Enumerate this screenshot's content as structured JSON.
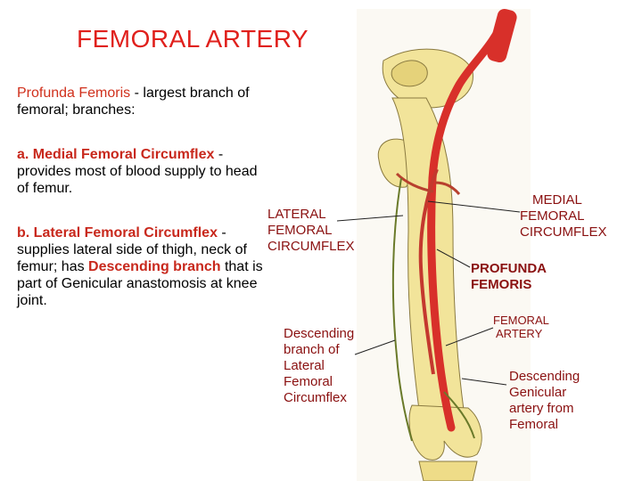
{
  "title": "FEMORAL ARTERY",
  "profunda": {
    "name": "Profunda Femoris",
    "desc": " - largest branch of femoral; branches:"
  },
  "medial": {
    "prefix": "a. ",
    "name": "Medial Femoral Circumflex",
    "desc": " - provides most of blood supply to head of femur."
  },
  "lateral": {
    "prefix": "b. ",
    "name": "Lateral Femoral Circumflex",
    "desc1": " - supplies lateral side of thigh, neck of femur; has ",
    "highlight": "Descending branch",
    "desc2": " that is part of Genicular anastomosis at knee joint."
  },
  "labels": {
    "lateral_circumflex": [
      "LATERAL",
      "FEMORAL",
      "CIRCUMFLEX"
    ],
    "medial_circumflex": [
      "MEDIAL",
      "FEMORAL",
      "CIRCUMFLEX"
    ],
    "profunda": [
      "PROFUNDA",
      "FEMORIS"
    ],
    "femoral_artery": [
      "FEMORAL",
      "ARTERY"
    ],
    "descending_branch": [
      "Descending",
      "branch of",
      "Lateral",
      "Femoral",
      "Circumflex"
    ],
    "descending_genicular": [
      "Descending",
      "Genicular",
      "artery from",
      "Femoral"
    ]
  },
  "colors": {
    "title": "#e0201c",
    "highlight": "#c8281c",
    "label": "#8a1010",
    "bone": "#f2e49a",
    "artery": "#d8302a"
  }
}
